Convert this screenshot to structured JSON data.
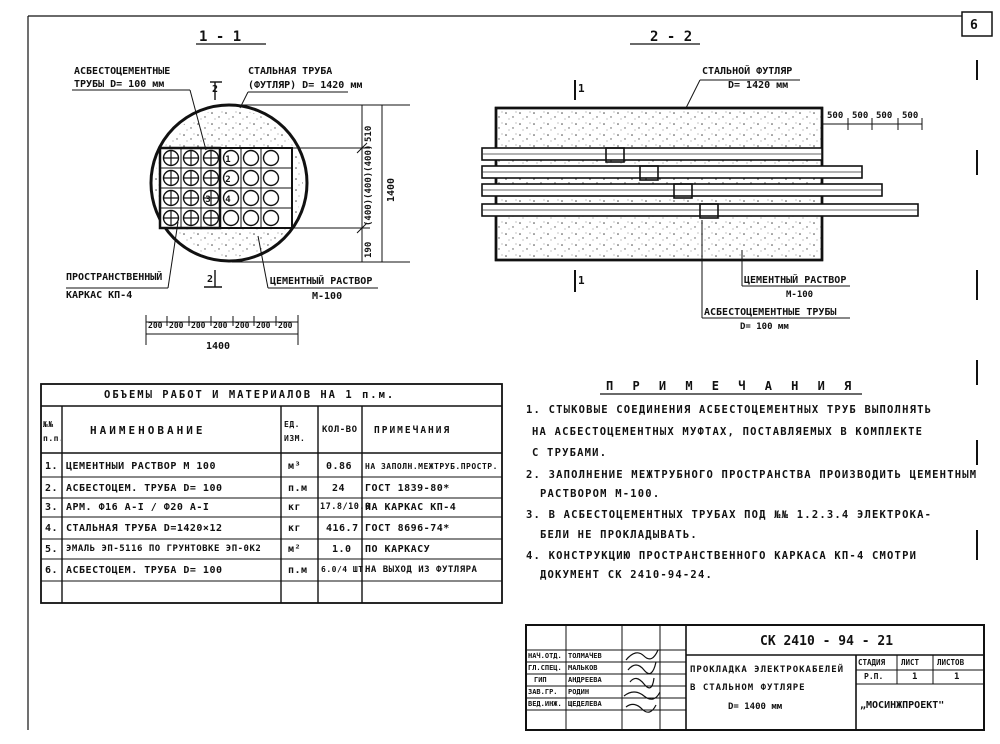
{
  "corner_mark": "6",
  "section1": {
    "title": "1 - 1",
    "label_pipes": "АСБЕСТОЦЕМЕНТНЫЕ",
    "label_pipes2": "ТРУБЫ  D= 100 мм",
    "label_steel": "СТАЛЬНАЯ ТРУБА",
    "label_steel2": "(ФУТЛЯР) D= 1420 мм",
    "label_frame": "ПРОСТРАНСТВЕННЫЙ",
    "label_frame2": "КАРКАС  КП-4",
    "label_cement": "ЦЕМЕНТНЫЙ РАСТВОР",
    "label_cement2": "М-100",
    "cut_top": "2",
    "cut_bottom": "2",
    "dim_top": "510",
    "dim_mid": "(400)(400)(400)",
    "dim_bottom": "190",
    "dim_total_v": "1400",
    "dims_h": [
      "200",
      "200",
      "200",
      "200",
      "200",
      "200",
      "200"
    ],
    "dim_total_h": "1400",
    "pipe_numbers": [
      "1",
      "2",
      "3",
      "4"
    ]
  },
  "section2": {
    "title": "2 - 2",
    "label_case": "СТАЛЬНОЙ ФУТЛЯР",
    "label_case2": "D= 1420 мм",
    "cut_label_top": "1",
    "cut_label_bottom": "1",
    "offsets": [
      "500",
      "500",
      "500",
      "500"
    ],
    "label_cement": "ЦЕМЕНТНЫЙ РАСТВОР",
    "label_cement2": "М-100",
    "label_pipes": "АСБЕСТОЦЕМЕНТНЫЕ ТРУБЫ",
    "label_pipes2": "D= 100 мм"
  },
  "table": {
    "title": "ОБЪЕМЫ  РАБОТ  И  МАТЕРИАЛОВ  НА  1 п.м.",
    "headers": [
      "№№ п.п.",
      "НАИМЕНОВАНИЕ",
      "ЕД. ИЗМ.",
      "КОЛ-ВО",
      "ПРИМЕЧАНИЯ"
    ],
    "rows": [
      [
        "1.",
        "ЦЕМЕНТНЫЙ РАСТВОР  М 100",
        "м³",
        "0.86",
        "НА ЗАПОЛН.МЕЖТРУБ.ПРОСТР."
      ],
      [
        "2.",
        "АСБЕСТОЦЕМ. ТРУБА  D= 100",
        "п.м",
        "24",
        "ГОСТ 1839-80*"
      ],
      [
        "3.",
        "АРМ. Ф16 А-I / Ф20 А-I",
        "кг",
        "17.8/10.0",
        "НА КАРКАС  КП-4"
      ],
      [
        "4.",
        "СТАЛЬНАЯ ТРУБА  D=1420×12",
        "кг",
        "416.7",
        "ГОСТ 8696-74*"
      ],
      [
        "5.",
        "ЭМАЛЬ  ЭП-5116  ПО ГРУНТОВКЕ ЭП-0К2",
        "м²",
        "1.0",
        "ПО КАРКАСУ"
      ],
      [
        "6.",
        "АСБЕСТОЦЕМ. ТРУБА D= 100",
        "п.м",
        "6.0/4 ШТ.",
        "НА ВЫХОД ИЗ ФУТЛЯРА"
      ]
    ]
  },
  "notes": {
    "title": "П Р И М Е Ч А Н И Я",
    "lines": [
      "1. СТЫКОВЫЕ  СОЕДИНЕНИЯ  АСБЕСТОЦЕМЕНТНЫХ  ТРУБ  ВЫПОЛНЯТЬ",
      "НА  АСБЕСТОЦЕМЕНТНЫХ  МУФТАХ, ПОСТАВЛЯЕМЫХ  В  КОМПЛЕКТЕ",
      "С  ТРУБАМИ.",
      "2. ЗАПОЛНЕНИЕ  МЕЖТРУБНОГО  ПРОСТРАНСТВА  ПРОИЗВОДИТЬ  ЦЕМЕНТНЫМ",
      "РАСТВОРОМ  М-100.",
      "3. В  АСБЕСТОЦЕМЕНТНЫХ  ТРУБАХ  ПОД  №№ 1.2.3.4  ЭЛЕКТРОКА-",
      "БЕЛИ  НЕ  ПРОКЛАДЫВАТЬ.",
      "4. КОНСТРУКЦИЮ  ПРОСТРАНСТВЕННОГО  КАРКАСА  КП-4  СМОТРИ",
      "ДОКУМЕНТ   СК  2410-94-24."
    ]
  },
  "stamp": {
    "code": "СК 2410 - 94 - 21",
    "roles": [
      "НАЧ.ОТД.",
      "ГЛ.СПЕЦ.",
      "ГИП",
      "ЗАВ.ГР.",
      "ВЕД.ИНЖ."
    ],
    "names": [
      "ТОЛМАЧЕВ",
      "МАЛЬКОВ",
      "АНДРЕЕВА",
      "РОДИН",
      "ЩЕДЕЛЕВА"
    ],
    "title1": "ПРОКЛАДКА  ЭЛЕКТРОКАБЕЛЕЙ",
    "title2": "В  СТАЛЬНОМ  ФУТЛЯРЕ",
    "title3": "D= 1400 мм",
    "col_stage": "СТАДИЯ",
    "col_sheet": "ЛИСТ",
    "col_sheets": "ЛИСТОВ",
    "stage": "Р.П.",
    "sheet": "1",
    "sheets": "1",
    "org": "„МОСИНЖПРОЕКТ\""
  }
}
